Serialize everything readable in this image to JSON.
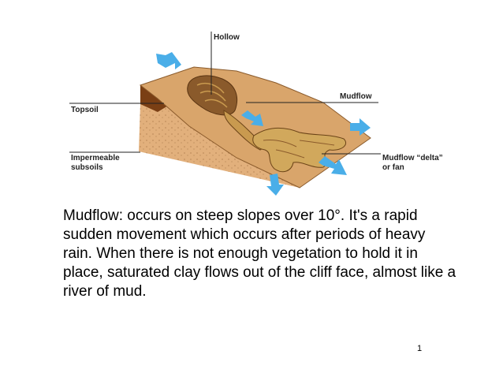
{
  "labels": {
    "hollow": "Hollow",
    "mudflow": "Mudflow",
    "topsoil": "Topsoil",
    "impermeable_line1": "Impermeable",
    "impermeable_line2": "subsoils",
    "delta_line1": "Mudflow “delta”",
    "delta_line2": "or fan"
  },
  "body_text": "Mudflow:  occurs on steep slopes over 10°. It's a rapid sudden movement which occurs after periods of heavy rain. When there is not enough vegetation to hold it in place, saturated clay flows out of the cliff face, almost like a river of mud.",
  "page_number": "1",
  "colors": {
    "slope_top": "#d9a56b",
    "topsoil": "#7a3f14",
    "subsoil": "#e2b07c",
    "mud": "#c99a4f",
    "arrow": "#4aaee8"
  }
}
